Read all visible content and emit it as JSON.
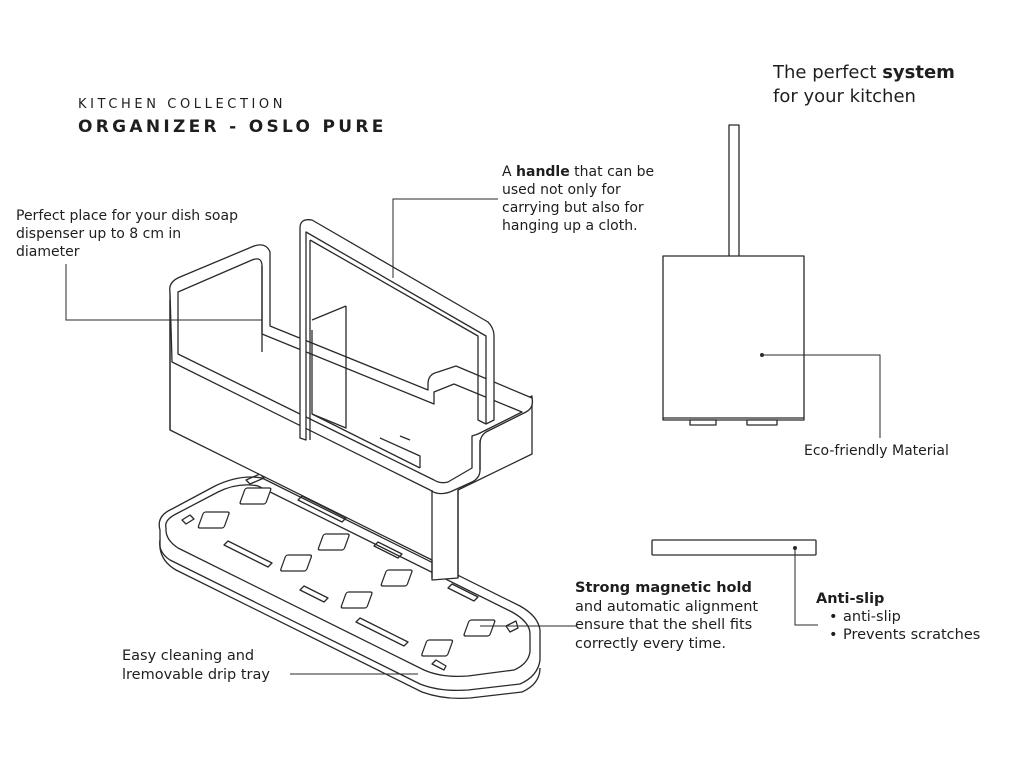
{
  "header": {
    "kicker": "KITCHEN COLLECTION",
    "title": "ORGANIZER - OSLO PURE"
  },
  "tagline": {
    "line1_prefix": "The perfect ",
    "line1_bold": "system",
    "line2": "for your kitchen"
  },
  "callouts": {
    "soap": "Perfect place for your dish soap dispenser up to 8 cm in diameter",
    "handle": {
      "prefix": "A ",
      "bold": "handle",
      "rest": " that can be used not only for carrying but also for hanging up a cloth."
    },
    "eco": "Eco-friendly Material",
    "magnetic": {
      "bold": "Strong magnetic hold",
      "rest": " and automatic alignment ensure that the shell fits correctly every time."
    },
    "tray": "Easy cleaning and lremovable drip tray",
    "antislip": {
      "title": "Anti-slip",
      "items": [
        "anti-slip",
        "Prevents scratches"
      ]
    }
  },
  "colors": {
    "line": "#2a2a2a",
    "text": "#1e1e1e",
    "background": "#ffffff"
  }
}
